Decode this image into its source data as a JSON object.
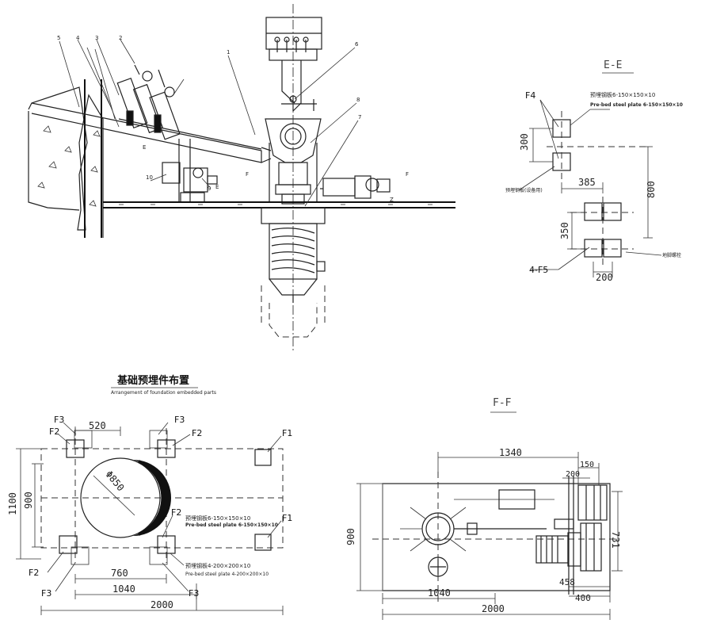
{
  "main_view": {
    "part_numbers": [
      "1",
      "2",
      "3",
      "4",
      "5",
      "6",
      "7",
      "8",
      "9",
      "10"
    ],
    "section_markers": [
      "E",
      "E",
      "F",
      "F"
    ],
    "ground_mark": "Z"
  },
  "ee_view": {
    "title": "E-E",
    "plate_label_cn": "预埋钢板6-150×150×10",
    "plate_label_en": "Pre-bed steel plate 6-150×150×10",
    "tag_f4": "F4",
    "tag_4f5": "4-F5",
    "small_note_left": "预埋钢板(设备用)",
    "small_note_right": "地脚螺栓",
    "dims": {
      "d300": "300",
      "d385": "385",
      "d800": "800",
      "d350": "350",
      "d200": "200"
    }
  },
  "foundation_view": {
    "title_cn": "基础预埋件布置",
    "title_en": "Arrangement of foundation embedded parts",
    "diameter": "Φ850",
    "plate1_cn": "预埋钢板6-150×150×10",
    "plate1_en": "Pre-bed steel plate 6-150×150×10",
    "plate2_cn": "预埋钢板4-200×200×10",
    "plate2_en": "Pre-bed steel plate 4-200×200×10",
    "tags": {
      "f1": "F1",
      "f2": "F2",
      "f3": "F3"
    },
    "dims": {
      "d520": "520",
      "d1100": "1100",
      "d900": "900",
      "d760": "760",
      "d1040": "1040",
      "d2000": "2000"
    }
  },
  "ff_view": {
    "title": "F-F",
    "dims": {
      "d1340": "1340",
      "d150": "150",
      "d200": "200",
      "d900": "900",
      "d731": "731",
      "d1040": "1040",
      "d458": "458",
      "d400": "400",
      "d2000": "2000"
    }
  }
}
